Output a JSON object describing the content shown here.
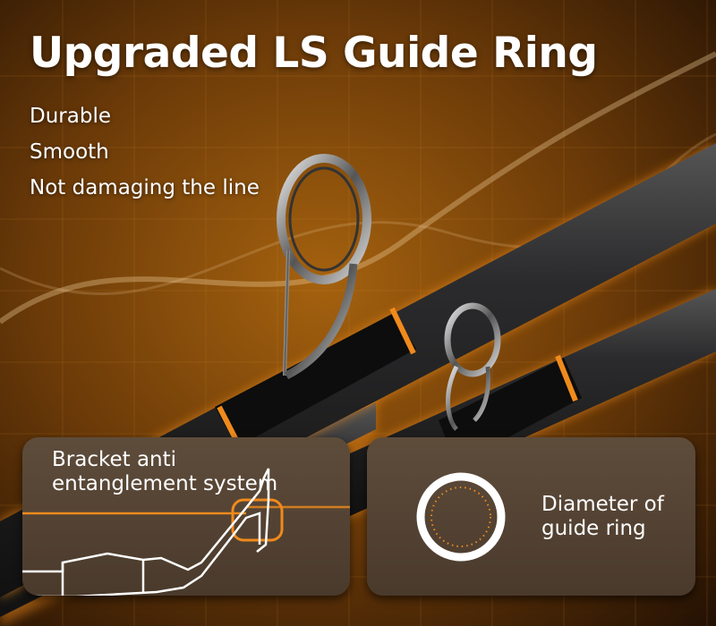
{
  "headline": "Upgraded LS Guide Ring",
  "features": [
    "Durable",
    "Smooth",
    "Not damaging the line"
  ],
  "cards": [
    {
      "label_line1": "Bracket anti",
      "label_line2": "entanglement system",
      "icon": "bracket-diagram-icon"
    },
    {
      "label_line1": "Diameter of",
      "label_line2": "guide ring",
      "icon": "ring-diameter-icon"
    }
  ],
  "colors": {
    "accent": "#f08a1c",
    "rod": "#2a2a2c",
    "card": "#54432f",
    "background": "#6b3a08"
  }
}
